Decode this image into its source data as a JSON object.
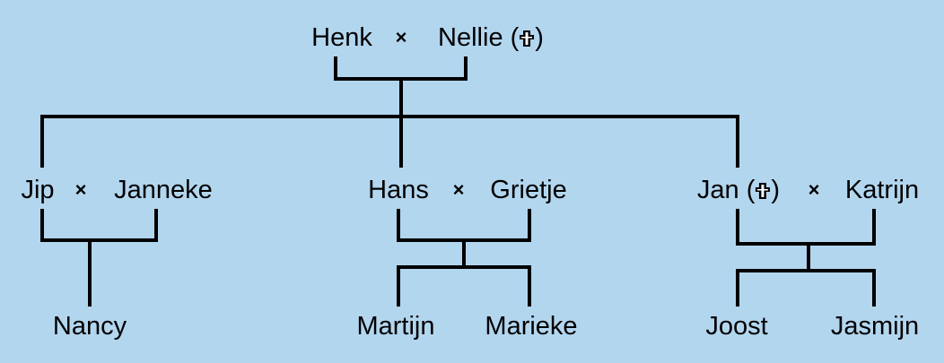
{
  "people": {
    "henk": "Henk",
    "nellie": "Nellie",
    "jip": "Jip",
    "janneke": "Janneke",
    "hans": "Hans",
    "grietje": "Grietje",
    "jan": "Jan",
    "katrijn": "Katrijn",
    "nancy": "Nancy",
    "martijn": "Martijn",
    "marieke": "Marieke",
    "joost": "Joost",
    "jasmijn": "Jasmijn"
  },
  "marriage_symbol": "×",
  "deceased": [
    "Nellie",
    "Jan"
  ],
  "deceased_marker": "cross-icon",
  "colors": {
    "background": "#b3d6ef",
    "lines": "#000000"
  }
}
